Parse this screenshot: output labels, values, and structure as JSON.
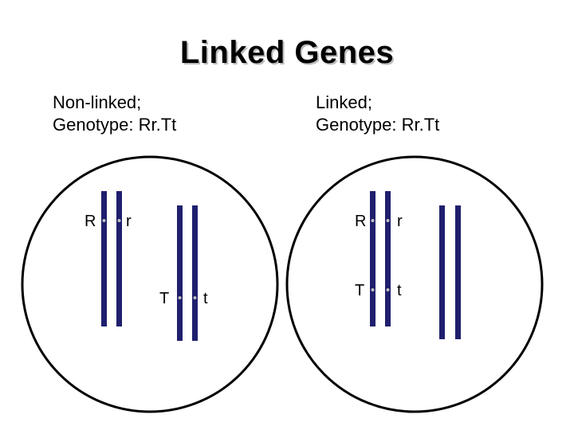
{
  "title": "Linked Genes",
  "panels": [
    {
      "line1": "Non-linked;",
      "line2": "Genotype: Rr.Tt",
      "pairs": [
        {
          "left_allele": "R",
          "right_allele": "r"
        },
        {
          "left_allele": "T",
          "right_allele": "t"
        }
      ]
    },
    {
      "line1": "Linked;",
      "line2": "Genotype: Rr.Tt",
      "pairs": [
        {
          "left_allele": "R",
          "right_allele": "r"
        },
        {
          "left_allele": "T",
          "right_allele": "t"
        }
      ]
    }
  ],
  "colors": {
    "chromosome": "#1f1f6e",
    "outline": "#000000",
    "centromere_dot": "#bdbdbd"
  }
}
